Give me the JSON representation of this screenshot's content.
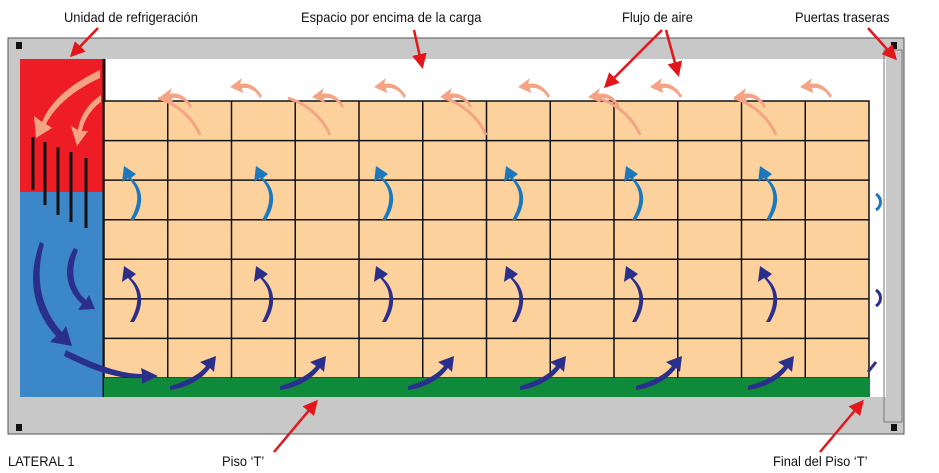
{
  "labels": {
    "refrigeration_unit": "Unidad de refrigeración",
    "space_above_load": "Espacio por encima de la carga",
    "airflow": "Flujo de aire",
    "rear_doors": "Puertas traseras",
    "side_1": "LATERAL 1",
    "t_floor": "Piso ‘T’",
    "t_floor_end": "Final del Piso ‘T’"
  },
  "colors": {
    "frame": "#c8c8c8",
    "unit_cold_top": "#ee1c25",
    "unit_cold_bottom": "#3b87c8",
    "cargo": "#fdd19b",
    "floor": "#0e8a3a",
    "annotation_arrow": "#e2161b",
    "warm_air": "#f4a484",
    "cool_air_light": "#1b78bd",
    "cool_air_dark": "#2b2f8c"
  },
  "grid": {
    "columns": 12,
    "rows": 7
  }
}
